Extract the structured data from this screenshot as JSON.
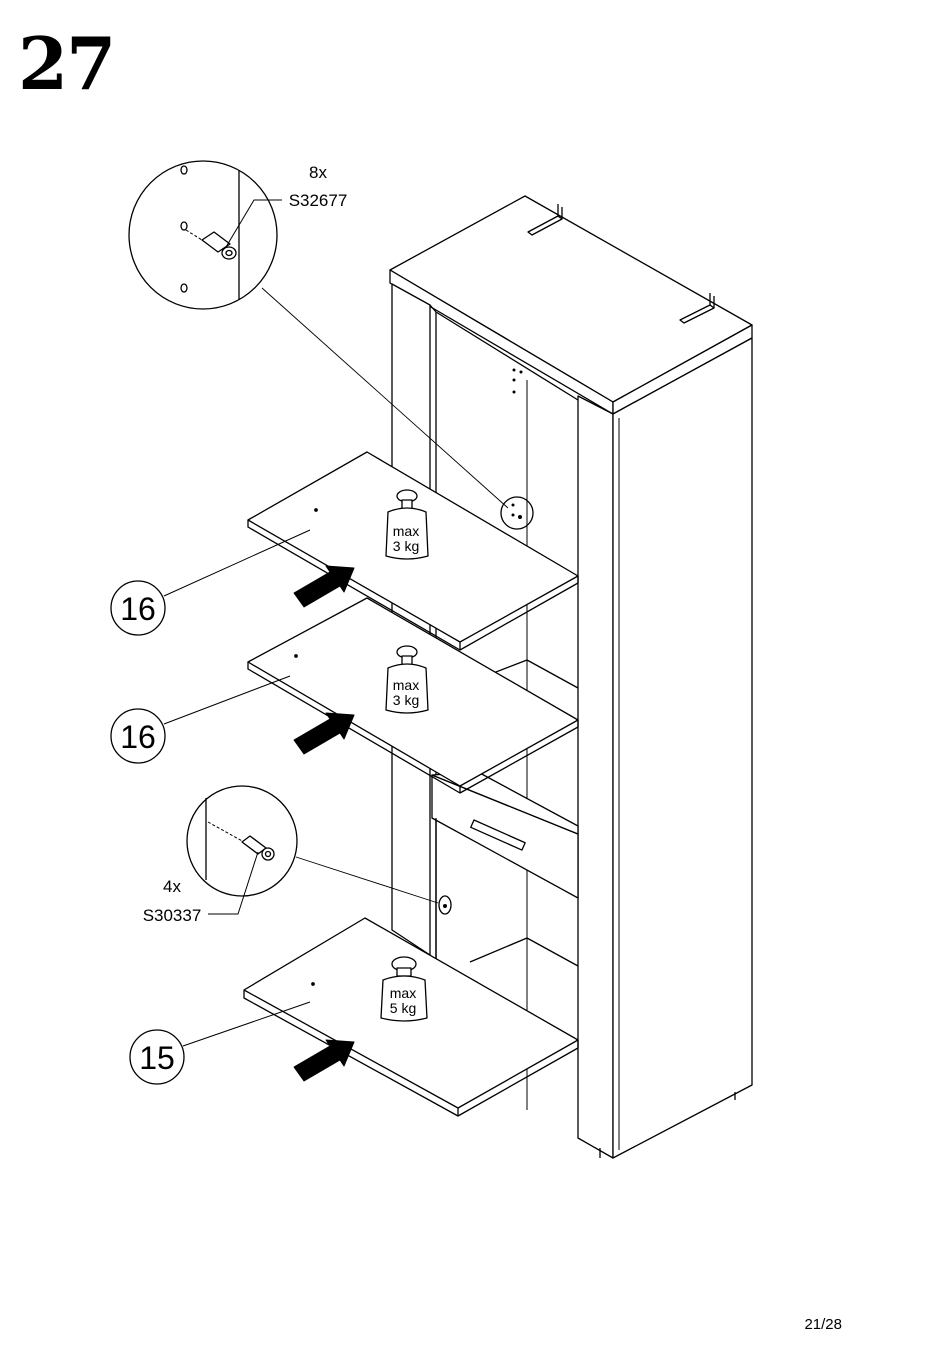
{
  "step": {
    "number": "27"
  },
  "hardware": {
    "top_pin": {
      "qty": "8x",
      "code": "S32677"
    },
    "bottom_pin": {
      "qty": "4x",
      "code": "S30337"
    }
  },
  "parts": [
    {
      "id": "16"
    },
    {
      "id": "16"
    },
    {
      "id": "15"
    }
  ],
  "weights": [
    {
      "line1": "max",
      "line2": "3 kg"
    },
    {
      "line1": "max",
      "line2": "3 kg"
    },
    {
      "line1": "max",
      "line2": "5 kg"
    }
  ],
  "footer": {
    "page": "21/28"
  }
}
